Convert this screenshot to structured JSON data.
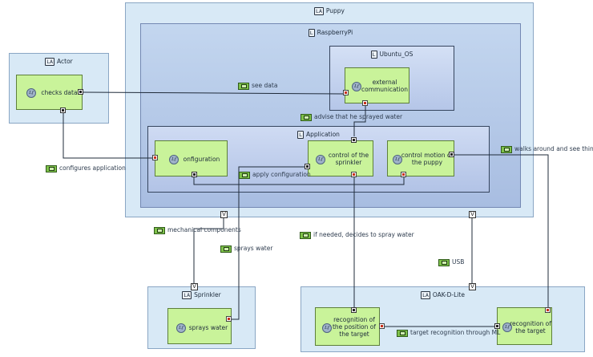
{
  "containers": {
    "puppy": {
      "tag": "LA",
      "label": "Puppy"
    },
    "raspberry": {
      "tag": "L",
      "label": "RaspberryPi"
    },
    "ubuntu": {
      "tag": "L",
      "label": "Ubuntu_OS"
    },
    "application": {
      "tag": "L",
      "label": "Application"
    },
    "actor": {
      "tag": "LA",
      "label": "Actor"
    },
    "sprinkler": {
      "tag": "LA",
      "label": "Sprinkler"
    },
    "oak": {
      "tag": "LA",
      "label": "OAK-D-Lite"
    }
  },
  "functions": {
    "icon": "Lf",
    "checks": "checks data",
    "external_line1": "external",
    "external_line2": "communication",
    "configuration": "onfiguration",
    "control_sprinkler_line1": "control of the",
    "control_sprinkler_line2": "sprinkler",
    "control_motion_line1": "control motion of",
    "control_motion_line2": "the puppy",
    "sprays": "sprays water",
    "recog_pos_line1": "recognition of",
    "recog_pos_line2": "the position of",
    "recog_pos_line3": "the target",
    "recog_target_line1": "recognition of",
    "recog_target_line2": "the target"
  },
  "flows": {
    "see_data": "see data",
    "advise": "advise that he sprayed water",
    "walks": "walks around and see thing",
    "configures": "configures application",
    "apply_config": "apply configuration",
    "mechanical": "mechanical components",
    "sprays_water": "sprays water",
    "if_needed": "if needed, decides to spray water",
    "usb": "USB",
    "target_ml": "target recognition through ML"
  },
  "physical_port_symbol": "V"
}
